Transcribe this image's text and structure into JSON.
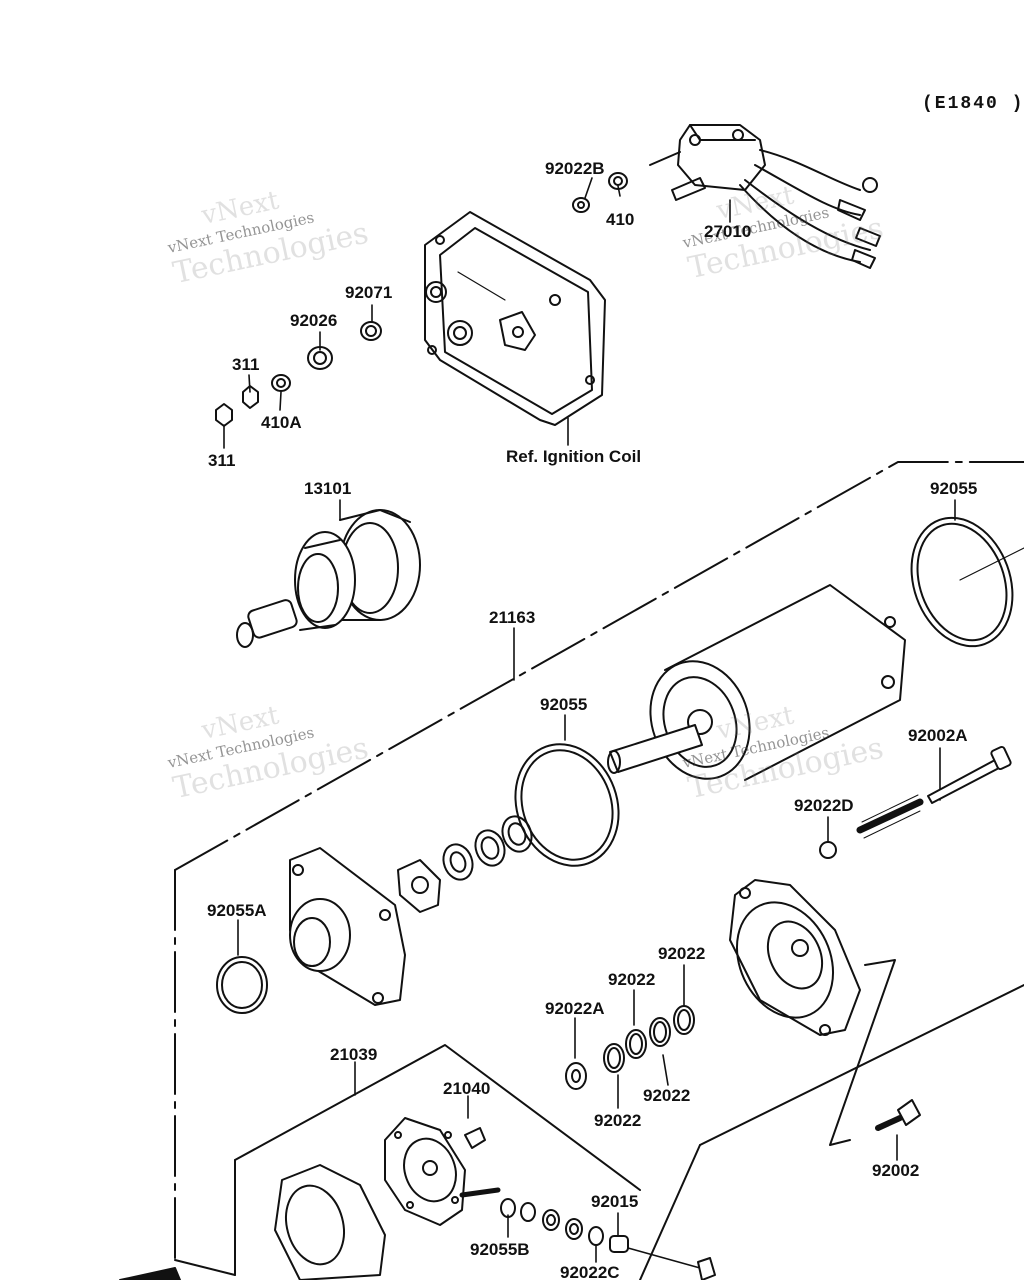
{
  "diagram": {
    "code": "(E1840 )",
    "reference_note": "Ref. Ignition Coil",
    "watermark": {
      "brand": "vNext",
      "line": "vNext Technologies",
      "sub": "Technologies"
    },
    "parts": {
      "p92022B": "92022B",
      "p410": "410",
      "p27010": "27010",
      "p92071": "92071",
      "p92026": "92026",
      "p311a": "311",
      "p410A": "410A",
      "p311b": "311",
      "p13101": "13101",
      "p92055a": "92055",
      "p21163": "21163",
      "p92055b": "92055",
      "p92002A": "92002A",
      "p92022D": "92022D",
      "p92055A": "92055A",
      "p92022a": "92022",
      "p92022b": "92022",
      "p92022A": "92022A",
      "p92022c": "92022",
      "p92022d": "92022",
      "p21039": "21039",
      "p21040": "21040",
      "p92015": "92015",
      "p92055B": "92055B",
      "p92022C": "92022C",
      "p92002": "92002"
    }
  }
}
